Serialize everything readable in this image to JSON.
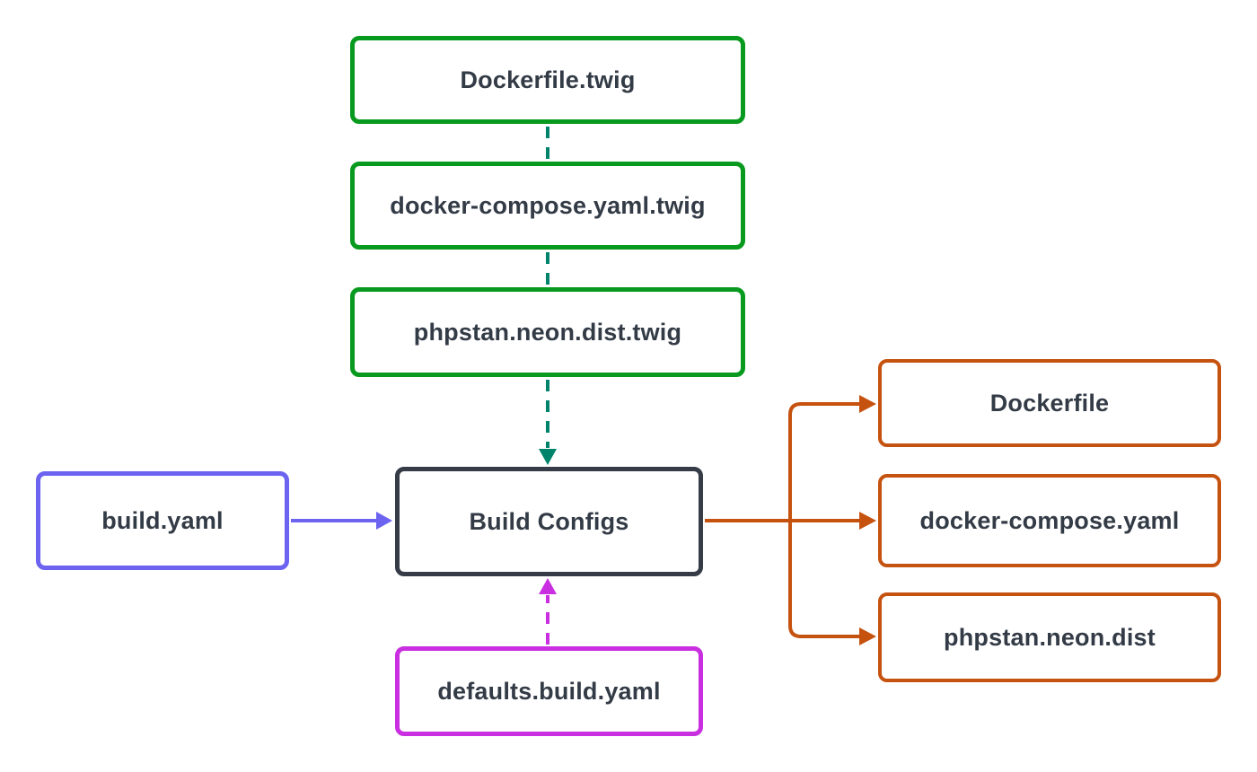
{
  "colors": {
    "background": "#ffffff",
    "green": "#089a1f",
    "teal": "#00836b",
    "blue": "#6c63f0",
    "magenta": "#c92fe0",
    "orange": "#c65210",
    "slate": "#353c47",
    "text": "#333b46"
  },
  "nodes": {
    "dockerfile_twig": {
      "label": "Dockerfile.twig",
      "kind": "template"
    },
    "docker_compose_twig": {
      "label": "docker-compose.yaml.twig",
      "kind": "template"
    },
    "phpstan_twig": {
      "label": "phpstan.neon.dist.twig",
      "kind": "template"
    },
    "build_yaml": {
      "label": "build.yaml",
      "kind": "input"
    },
    "build_configs": {
      "label": "Build Configs",
      "kind": "core"
    },
    "defaults_build_yaml": {
      "label": "defaults.build.yaml",
      "kind": "defaults"
    },
    "dockerfile": {
      "label": "Dockerfile",
      "kind": "output"
    },
    "docker_compose_yaml": {
      "label": "docker-compose.yaml",
      "kind": "output"
    },
    "phpstan_neon_dist": {
      "label": "phpstan.neon.dist",
      "kind": "output"
    }
  },
  "edges": [
    {
      "from": "Dockerfile.twig",
      "to": "docker-compose.yaml.twig",
      "style": "dashed",
      "color": "teal",
      "arrow": false
    },
    {
      "from": "docker-compose.yaml.twig",
      "to": "phpstan.neon.dist.twig",
      "style": "dashed",
      "color": "teal",
      "arrow": false
    },
    {
      "from": "phpstan.neon.dist.twig",
      "to": "Build Configs",
      "style": "dashed",
      "color": "teal",
      "arrow": true
    },
    {
      "from": "build.yaml",
      "to": "Build Configs",
      "style": "solid",
      "color": "blue",
      "arrow": true
    },
    {
      "from": "defaults.build.yaml",
      "to": "Build Configs",
      "style": "dashed",
      "color": "magenta",
      "arrow": true
    },
    {
      "from": "Build Configs",
      "to": "Dockerfile",
      "style": "solid",
      "color": "orange",
      "arrow": true
    },
    {
      "from": "Build Configs",
      "to": "docker-compose.yaml",
      "style": "solid",
      "color": "orange",
      "arrow": true
    },
    {
      "from": "Build Configs",
      "to": "phpstan.neon.dist",
      "style": "solid",
      "color": "orange",
      "arrow": true
    }
  ]
}
